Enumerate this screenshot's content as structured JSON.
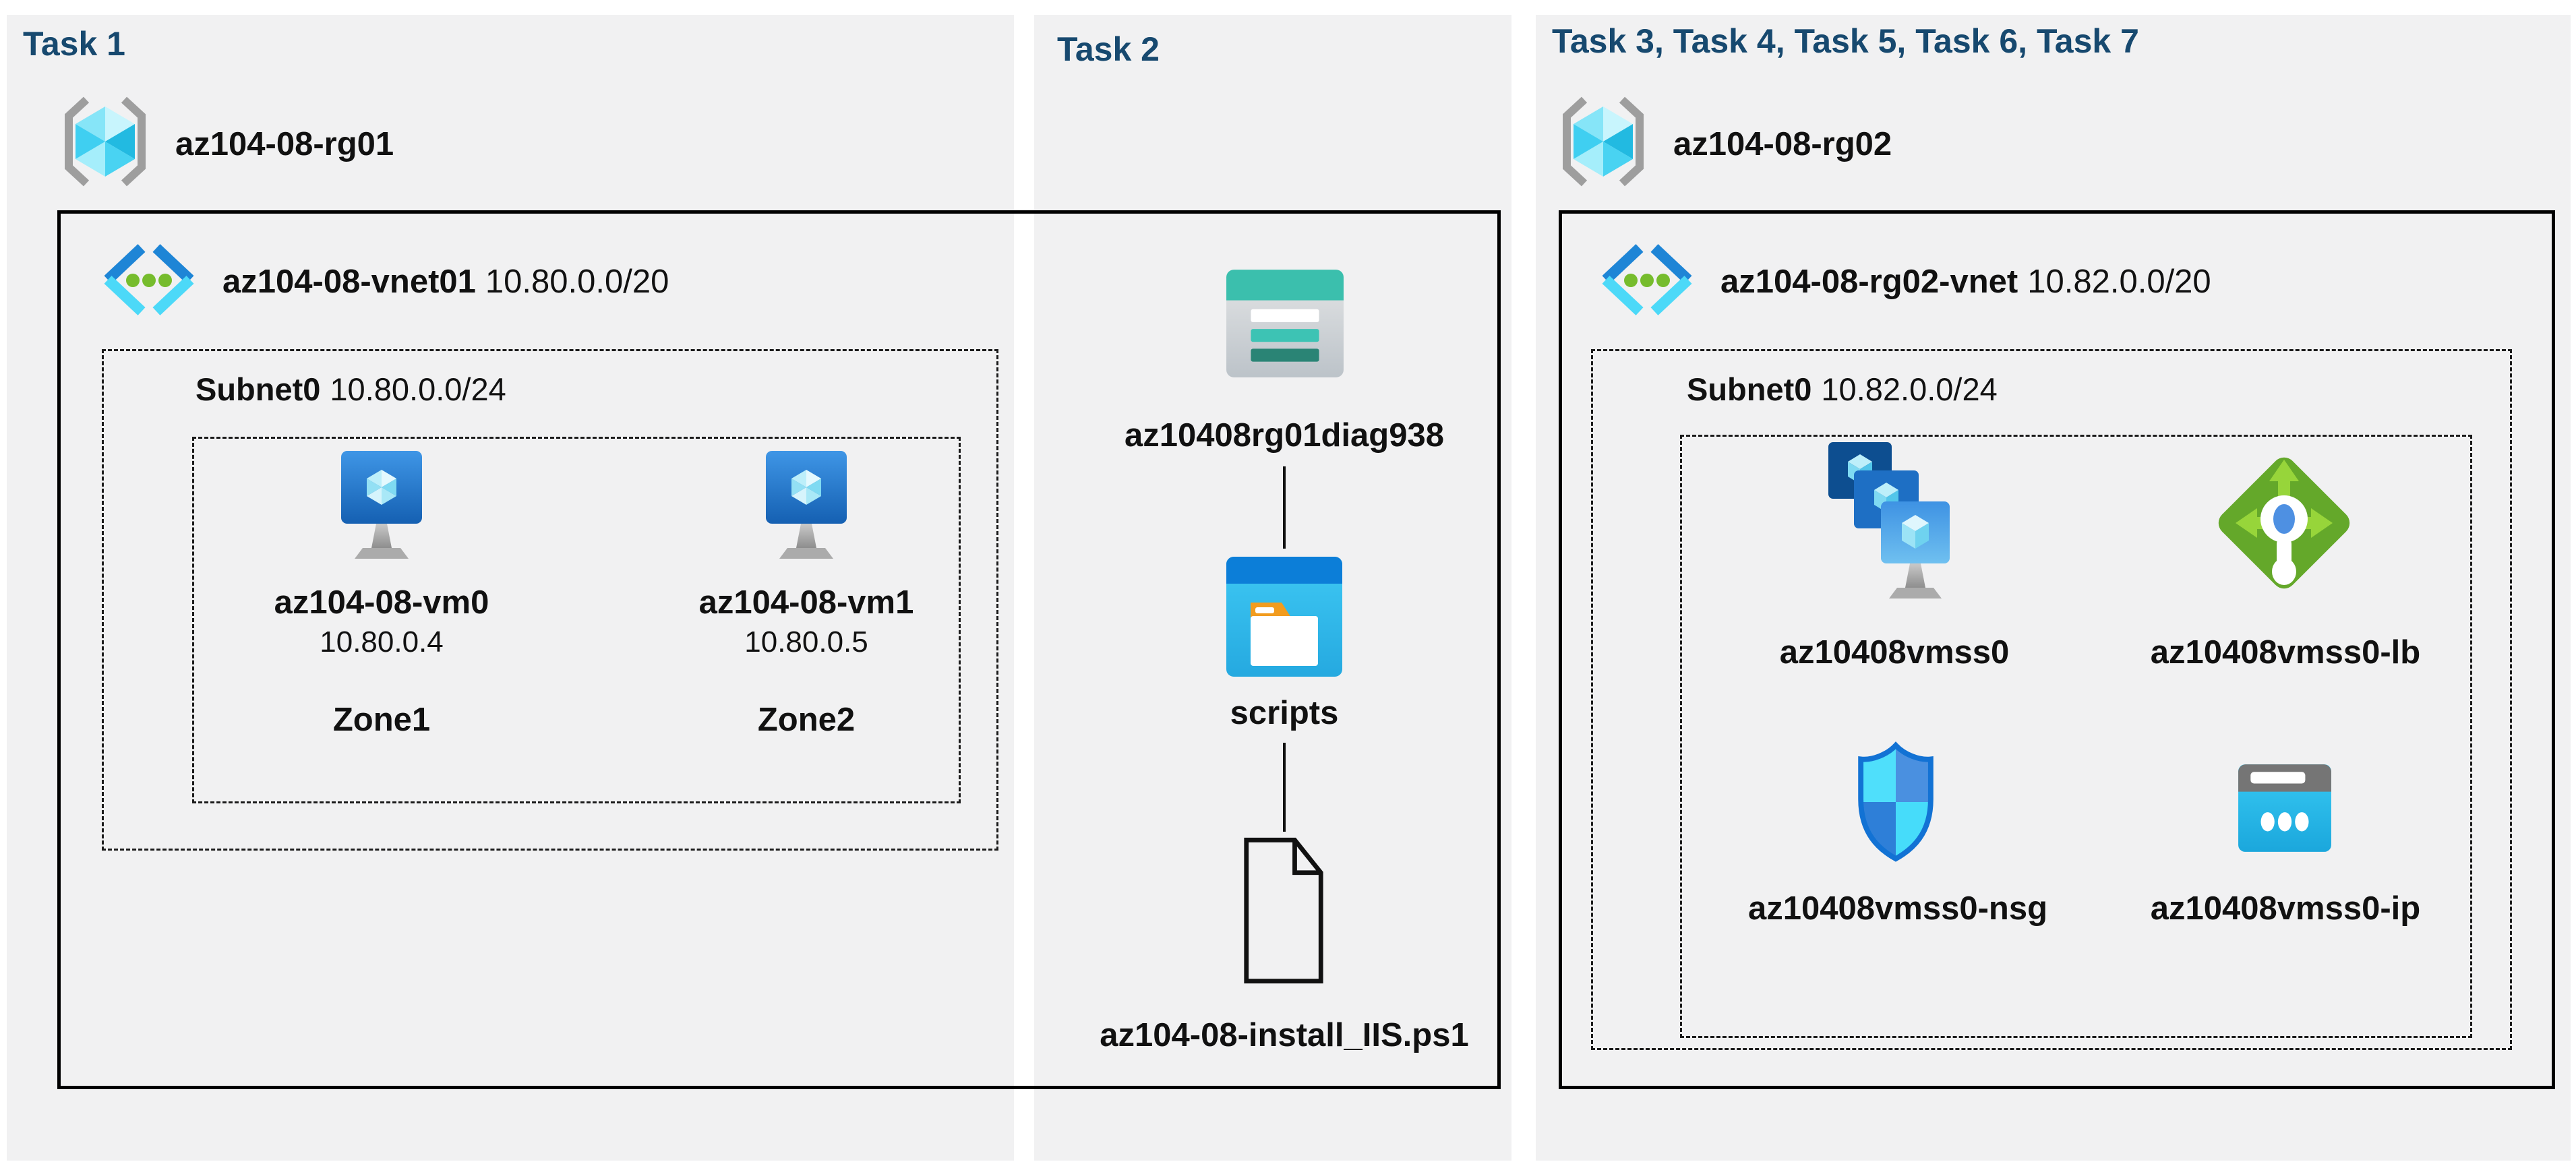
{
  "colors": {
    "panel_bg": "#f1f1f2",
    "title": "#17496F",
    "text": "#111111",
    "vnet_blue": "#1E85D6",
    "vnet_cyan": "#4CD9F8",
    "dot_green": "#76BC2D",
    "lb_green": "#64A82A",
    "storage_teal": "#3BBFAD"
  },
  "panels": {
    "task1": {
      "title": "Task 1",
      "resource_group": "az104-08-rg01",
      "vnet_name": "az104-08-vnet01",
      "vnet_cidr": "10.80.0.0/20",
      "subnet_name": "Subnet0",
      "subnet_cidr": "10.80.0.0/24",
      "vms": [
        {
          "name": "az104-08-vm0",
          "ip": "10.80.0.4",
          "zone": "Zone1"
        },
        {
          "name": "az104-08-vm1",
          "ip": "10.80.0.5",
          "zone": "Zone2"
        }
      ]
    },
    "task2": {
      "title": "Task 2",
      "storage_account": "az10408rg01diag938",
      "container": "scripts",
      "script_file": "az104-08-install_IIS.ps1"
    },
    "task3": {
      "title": "Task 3, Task 4, Task 5, Task 6, Task 7",
      "resource_group": "az104-08-rg02",
      "vnet_name": "az104-08-rg02-vnet",
      "vnet_cidr": "10.82.0.0/20",
      "subnet_name": "Subnet0",
      "subnet_cidr": "10.82.0.0/24",
      "resources": [
        {
          "name": "az10408vmss0"
        },
        {
          "name": "az10408vmss0-lb"
        },
        {
          "name": "az10408vmss0-nsg"
        },
        {
          "name": "az10408vmss0-ip"
        }
      ]
    }
  }
}
